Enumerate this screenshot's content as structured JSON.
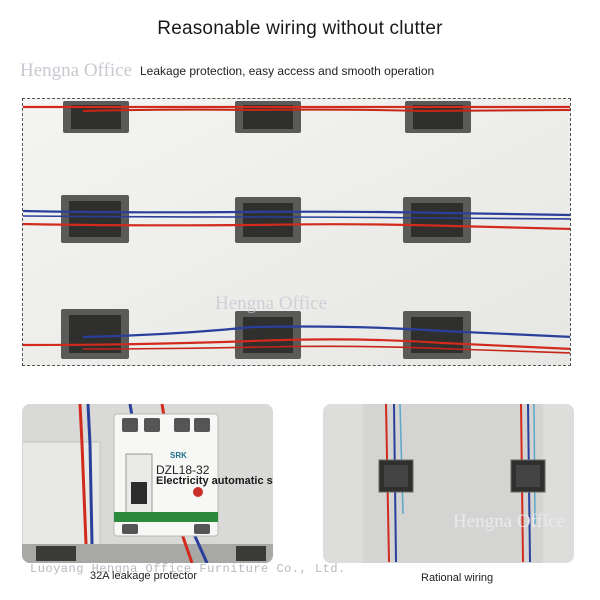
{
  "header": {
    "title": "Reasonable wiring without clutter",
    "subtitle": "Leakage protection, easy access and smooth operation"
  },
  "watermarks": {
    "top": "Hengna Office",
    "middle": "Hengna Office",
    "right": "Hengna Office",
    "bottom": "Luoyang Hengna Office Furniture Co., Ltd."
  },
  "breaker": {
    "brand": "SRK",
    "model": "DZL18-32",
    "overlay_label": "Electricity automatic switch"
  },
  "captions": {
    "left": "32A leakage protector",
    "right": "Rational wiring"
  },
  "colors": {
    "wire_red": "#d32a1e",
    "wire_blue": "#2a3f9c",
    "wall": "#efefed",
    "socket_frame": "#5a5a58"
  }
}
